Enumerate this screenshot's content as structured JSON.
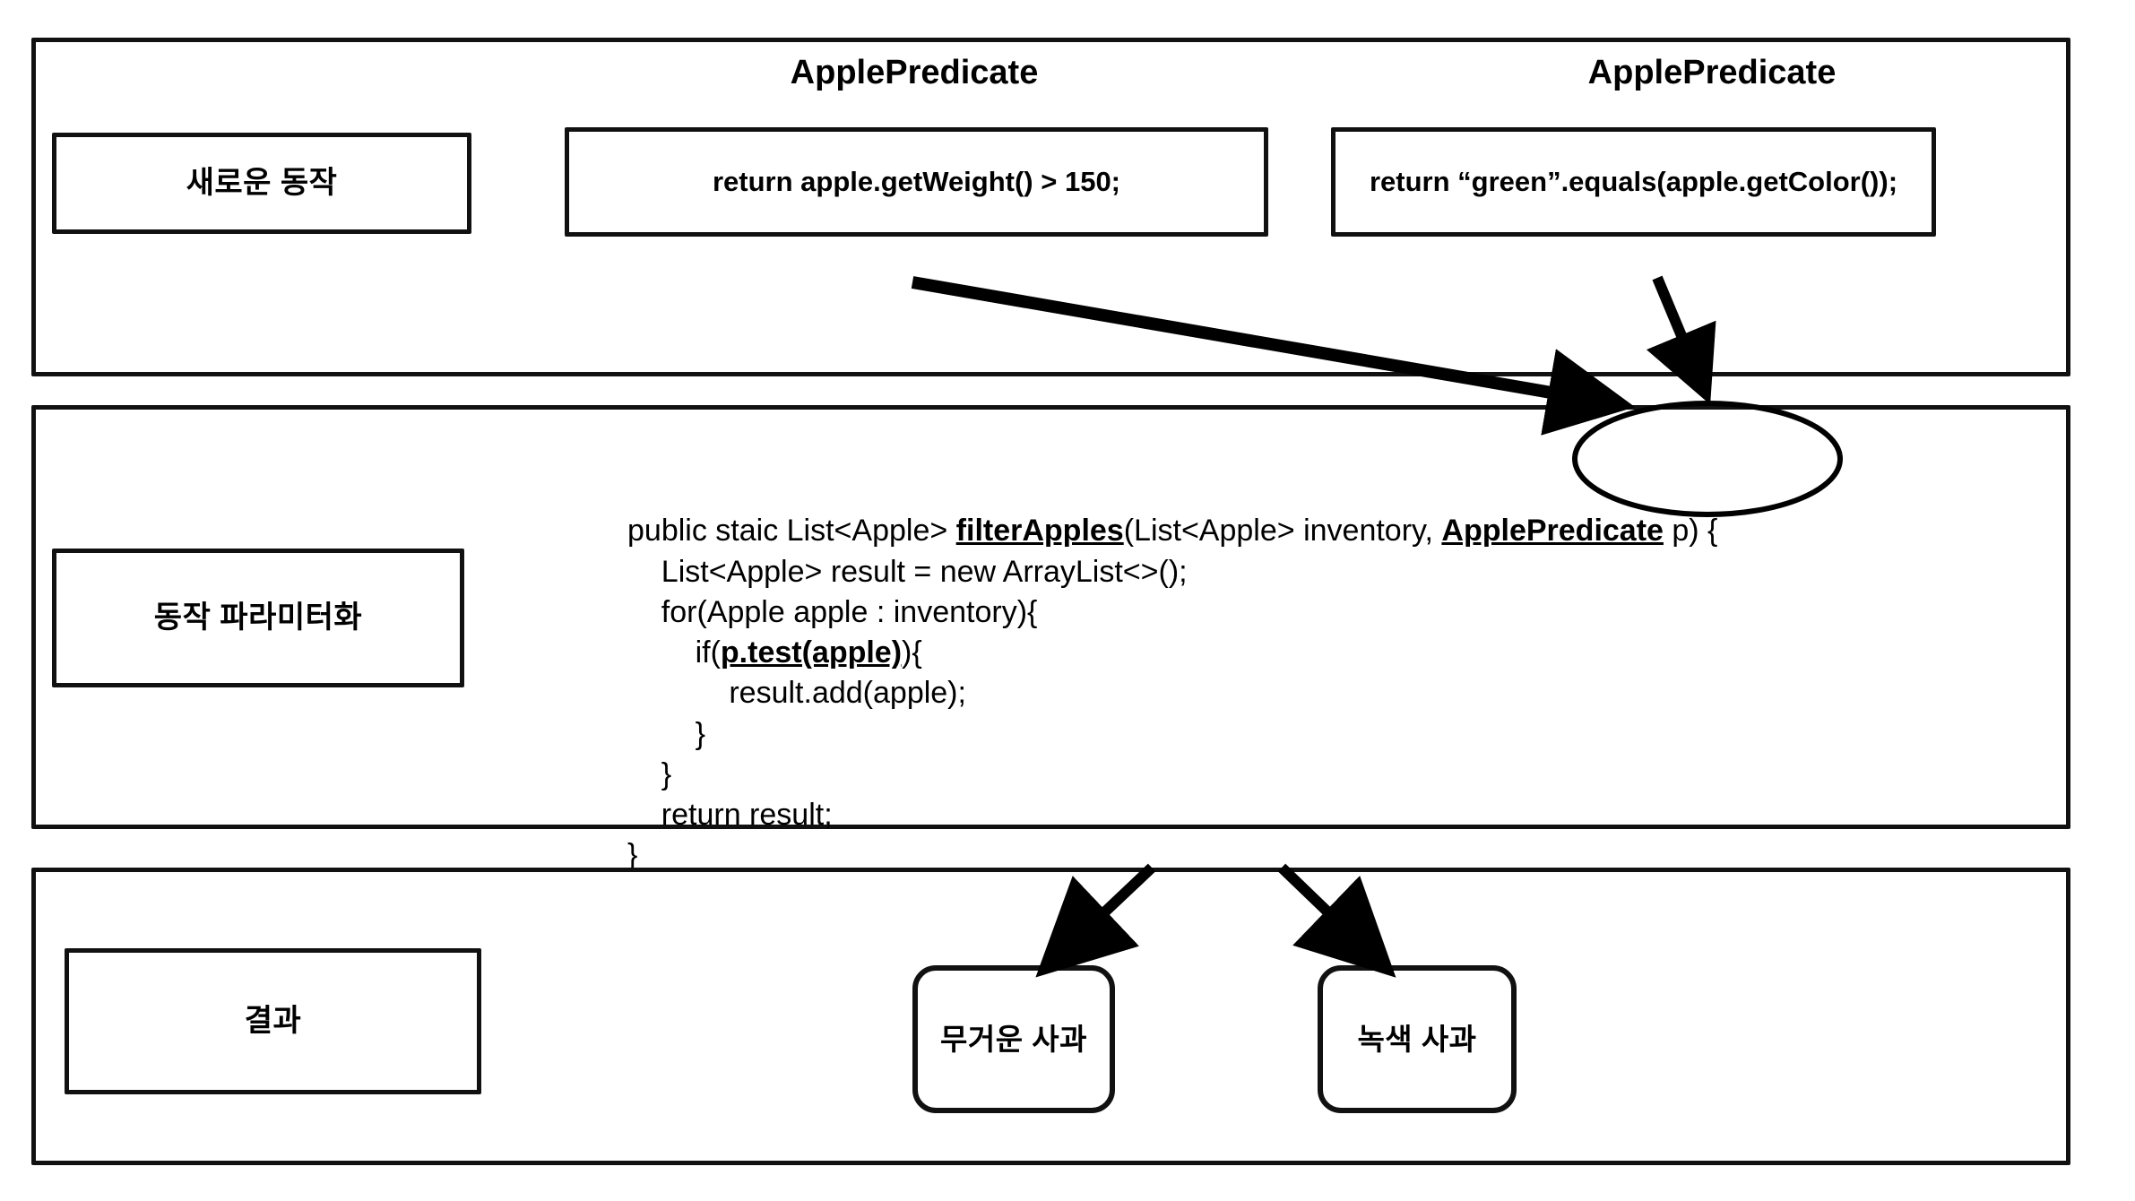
{
  "panels": {
    "new_behavior": {
      "label": "새로운 동작",
      "predicate_caption_1": "ApplePredicate",
      "predicate_caption_2": "ApplePredicate",
      "predicate_code_1": "return apple.getWeight() > 150;",
      "predicate_code_2": "return “green”.equals(apple.getColor());"
    },
    "behavior_parameterization": {
      "label": "동작 파라미터화",
      "code_lines": [
        {
          "indent": 0,
          "segments": [
            {
              "text": "public staic List<Apple> ",
              "emphasis": false
            },
            {
              "text": "filterApples",
              "emphasis": true
            },
            {
              "text": "(List<Apple> inventory, ",
              "emphasis": false
            },
            {
              "text": "ApplePredicate",
              "emphasis": true
            },
            {
              "text": " p) {",
              "emphasis": false
            }
          ]
        },
        {
          "indent": 1,
          "segments": [
            {
              "text": "List<Apple> result = new ArrayList<>();",
              "emphasis": false
            }
          ]
        },
        {
          "indent": 1,
          "segments": [
            {
              "text": "for(Apple apple : inventory){",
              "emphasis": false
            }
          ]
        },
        {
          "indent": 2,
          "segments": [
            {
              "text": "if(",
              "emphasis": false
            },
            {
              "text": "p.test(apple)",
              "emphasis": true
            },
            {
              "text": "){",
              "emphasis": false
            }
          ]
        },
        {
          "indent": 3,
          "segments": [
            {
              "text": "result.add(apple);",
              "emphasis": false
            }
          ]
        },
        {
          "indent": 2,
          "segments": [
            {
              "text": "}",
              "emphasis": false
            }
          ]
        },
        {
          "indent": 1,
          "segments": [
            {
              "text": "}",
              "emphasis": false
            }
          ]
        },
        {
          "indent": 1,
          "segments": [
            {
              "text": "return result;",
              "emphasis": false
            }
          ]
        },
        {
          "indent": 0,
          "segments": [
            {
              "text": "}",
              "emphasis": false
            }
          ]
        }
      ],
      "highlighted_token": "ApplePredicate"
    },
    "result": {
      "label": "결과",
      "outputs": [
        {
          "label": "무거운 사과"
        },
        {
          "label": "녹색 사과"
        }
      ]
    }
  },
  "colors": {
    "ink": "#111111",
    "paper": "#ffffff"
  },
  "annotations": {
    "ellipse_target": "ApplePredicate",
    "arrows": [
      {
        "from": "predicate-box-weight",
        "to": "apple-predicate-ellipse"
      },
      {
        "from": "predicate-box-color",
        "to": "apple-predicate-ellipse"
      },
      {
        "from": "filter-apples-code",
        "to": "result-bubble-heavy"
      },
      {
        "from": "filter-apples-code",
        "to": "result-bubble-green"
      }
    ]
  }
}
